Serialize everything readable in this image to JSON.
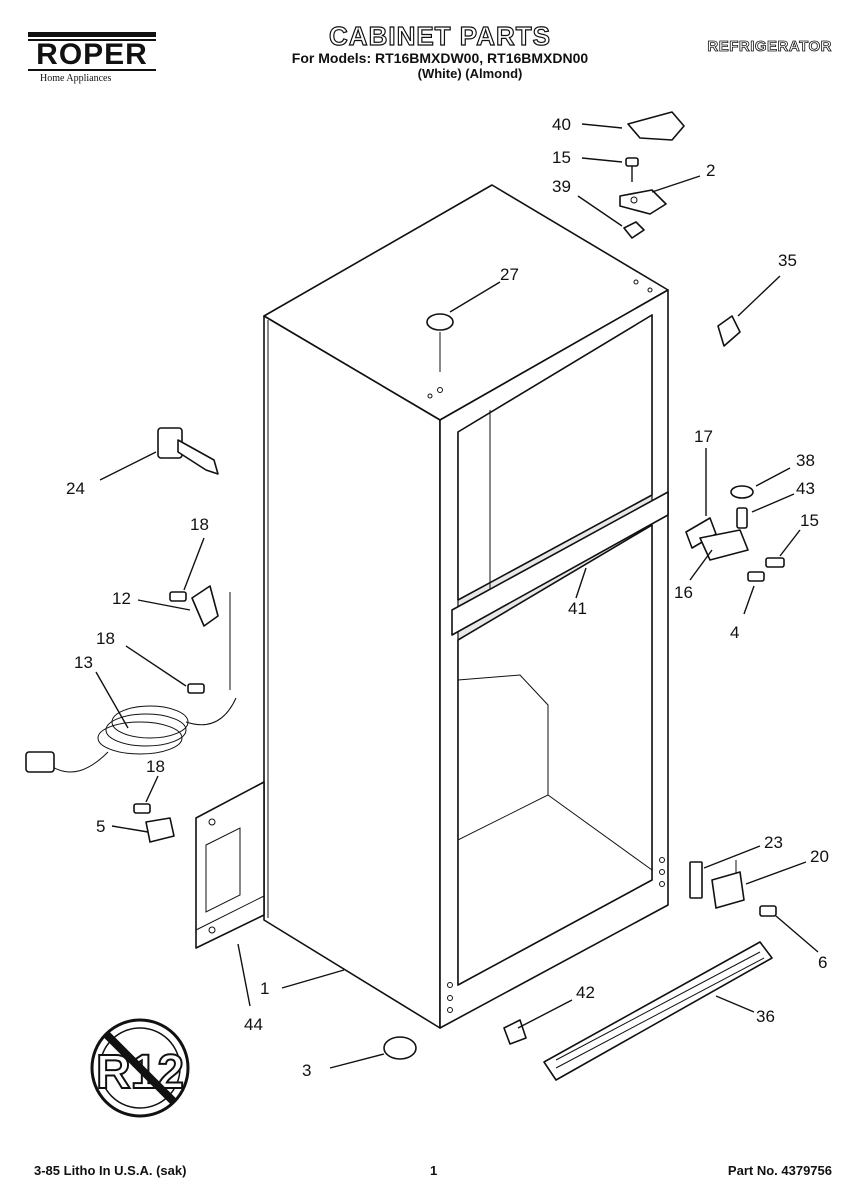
{
  "header": {
    "brand": "ROPER",
    "brand_sub": "Home Appliances",
    "title": "CABINET PARTS",
    "models_line": "For Models: RT16BMXDW00, RT16BMXDN00",
    "colors_line": "(White)    (Almond)",
    "product": "REFRIGERATOR"
  },
  "callouts": [
    "40",
    "15",
    "2",
    "39",
    "35",
    "27",
    "24",
    "17",
    "38",
    "43",
    "15",
    "18",
    "12",
    "16",
    "4",
    "41",
    "18",
    "13",
    "18",
    "5",
    "23",
    "20",
    "6",
    "42",
    "36",
    "1",
    "44",
    "3"
  ],
  "footer": {
    "litho": "3-85 Litho In U.S.A. (sak)",
    "page_number": "1",
    "part_no": "Part No. 4379756"
  },
  "badge": {
    "text": "R12"
  }
}
